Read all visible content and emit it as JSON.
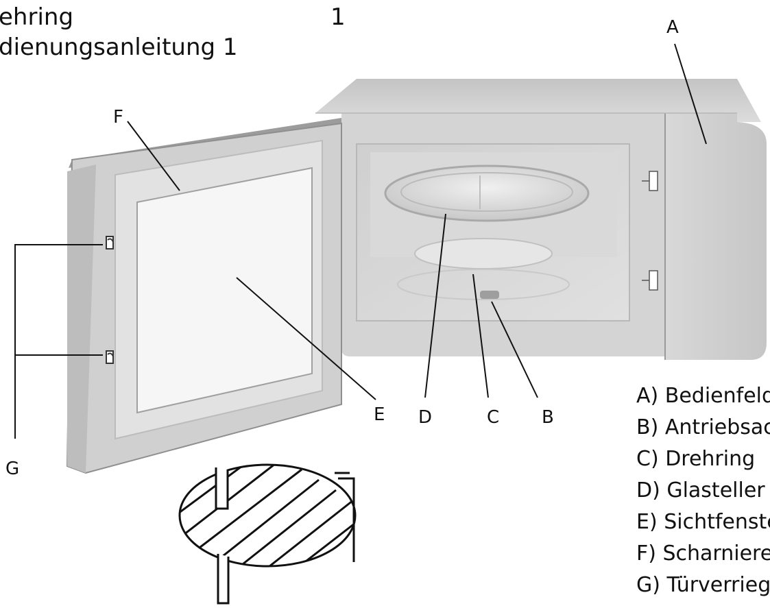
{
  "header": {
    "title_line1": "ehring",
    "title_line2": "dienungsanleitung 1",
    "page_number": "1"
  },
  "callouts": {
    "A": "A",
    "B": "B",
    "C": "C",
    "D": "D",
    "E": "E",
    "F": "F",
    "G": "G"
  },
  "legend": [
    "A) Bedienfeld",
    "B) Antriebsac",
    "C) Drehring",
    "D) Glasteller",
    "E) Sichtfenste",
    "F) Scharniere",
    "G) Türverrieg"
  ],
  "colors": {
    "body": "#d6d6d6",
    "body_dark": "#b0b0b0",
    "line": "#111111"
  }
}
